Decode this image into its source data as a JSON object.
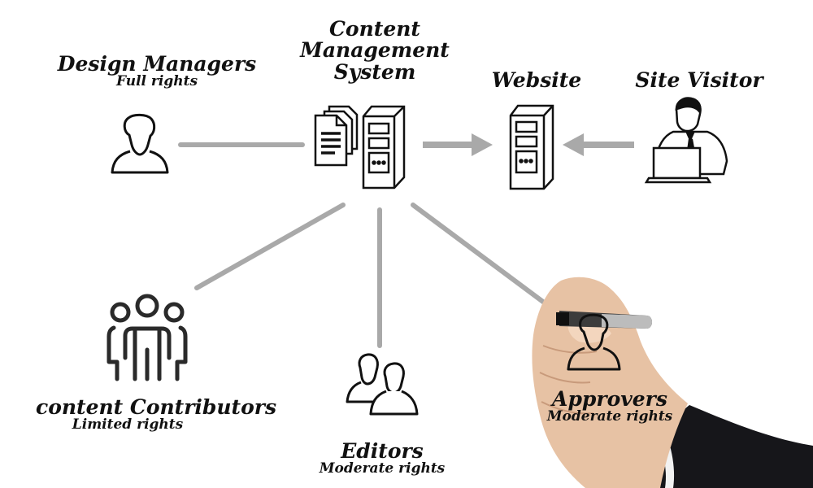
{
  "nodes": {
    "cms": {
      "title_lines": [
        "Content",
        "Management",
        "System"
      ]
    },
    "design_managers": {
      "title": "Design Managers",
      "rights": "Full rights"
    },
    "website": {
      "title": "Website"
    },
    "site_visitor": {
      "title": "Site Visitor"
    },
    "content_contributors": {
      "title": "content Contributors",
      "rights": "Limited rights"
    },
    "editors": {
      "title": "Editors",
      "rights": "Moderate rights"
    },
    "approvers": {
      "title": "Approvers",
      "rights": "Moderate rights"
    }
  },
  "colors": {
    "connector": "#a9a9a9",
    "ink": "#111111",
    "background": "#ffffff"
  },
  "icons": {
    "design_managers": "person-icon",
    "cms_documents": "documents-icon",
    "cms_server": "server-icon",
    "website": "server-icon",
    "site_visitor": "person-with-laptop-icon",
    "content_contributors": "group-icon",
    "editors": "two-people-icon",
    "approvers": "person-icon",
    "hand": "hand-with-marker-icon"
  }
}
